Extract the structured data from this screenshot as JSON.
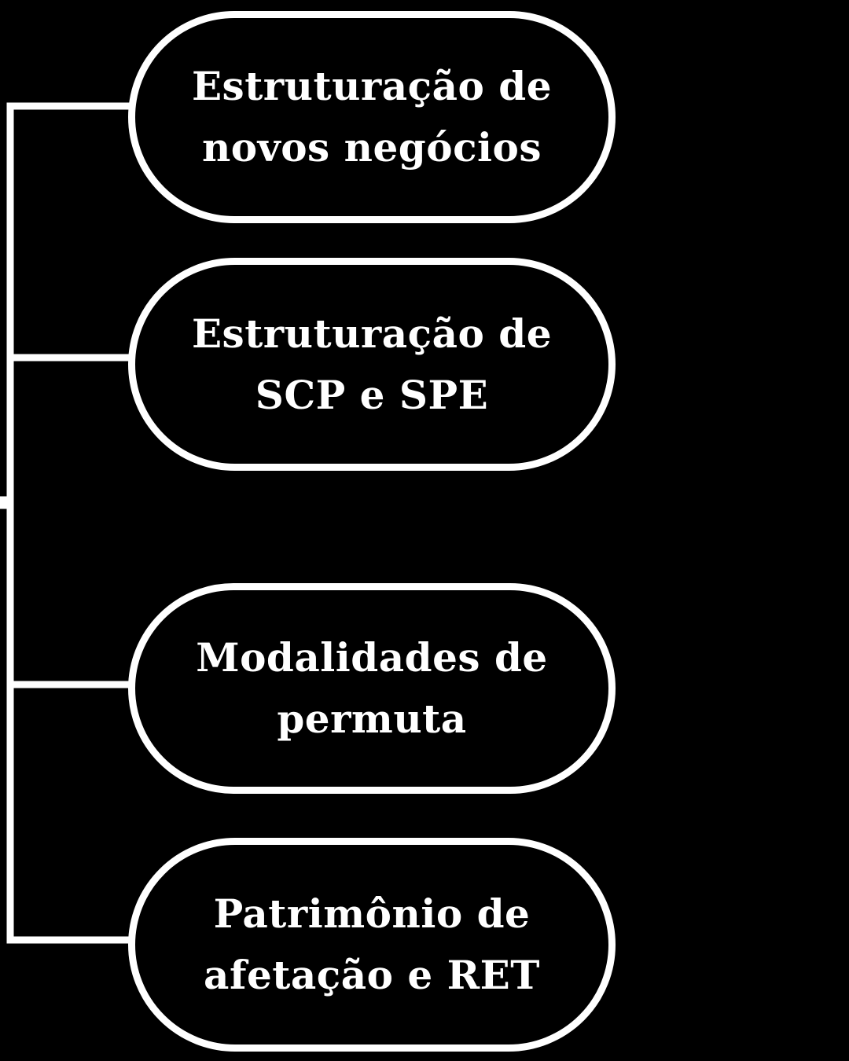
{
  "colors": {
    "background": "#000000",
    "line": "#ffffff",
    "text": "#ffffff"
  },
  "nodes": [
    {
      "label": "Estruturação de\nnovos negócios"
    },
    {
      "label": "Estruturação de\nSCP e SPE"
    },
    {
      "label": "Modalidades de\npermuta"
    },
    {
      "label": "Patrimônio de\nafetação e RET"
    }
  ]
}
